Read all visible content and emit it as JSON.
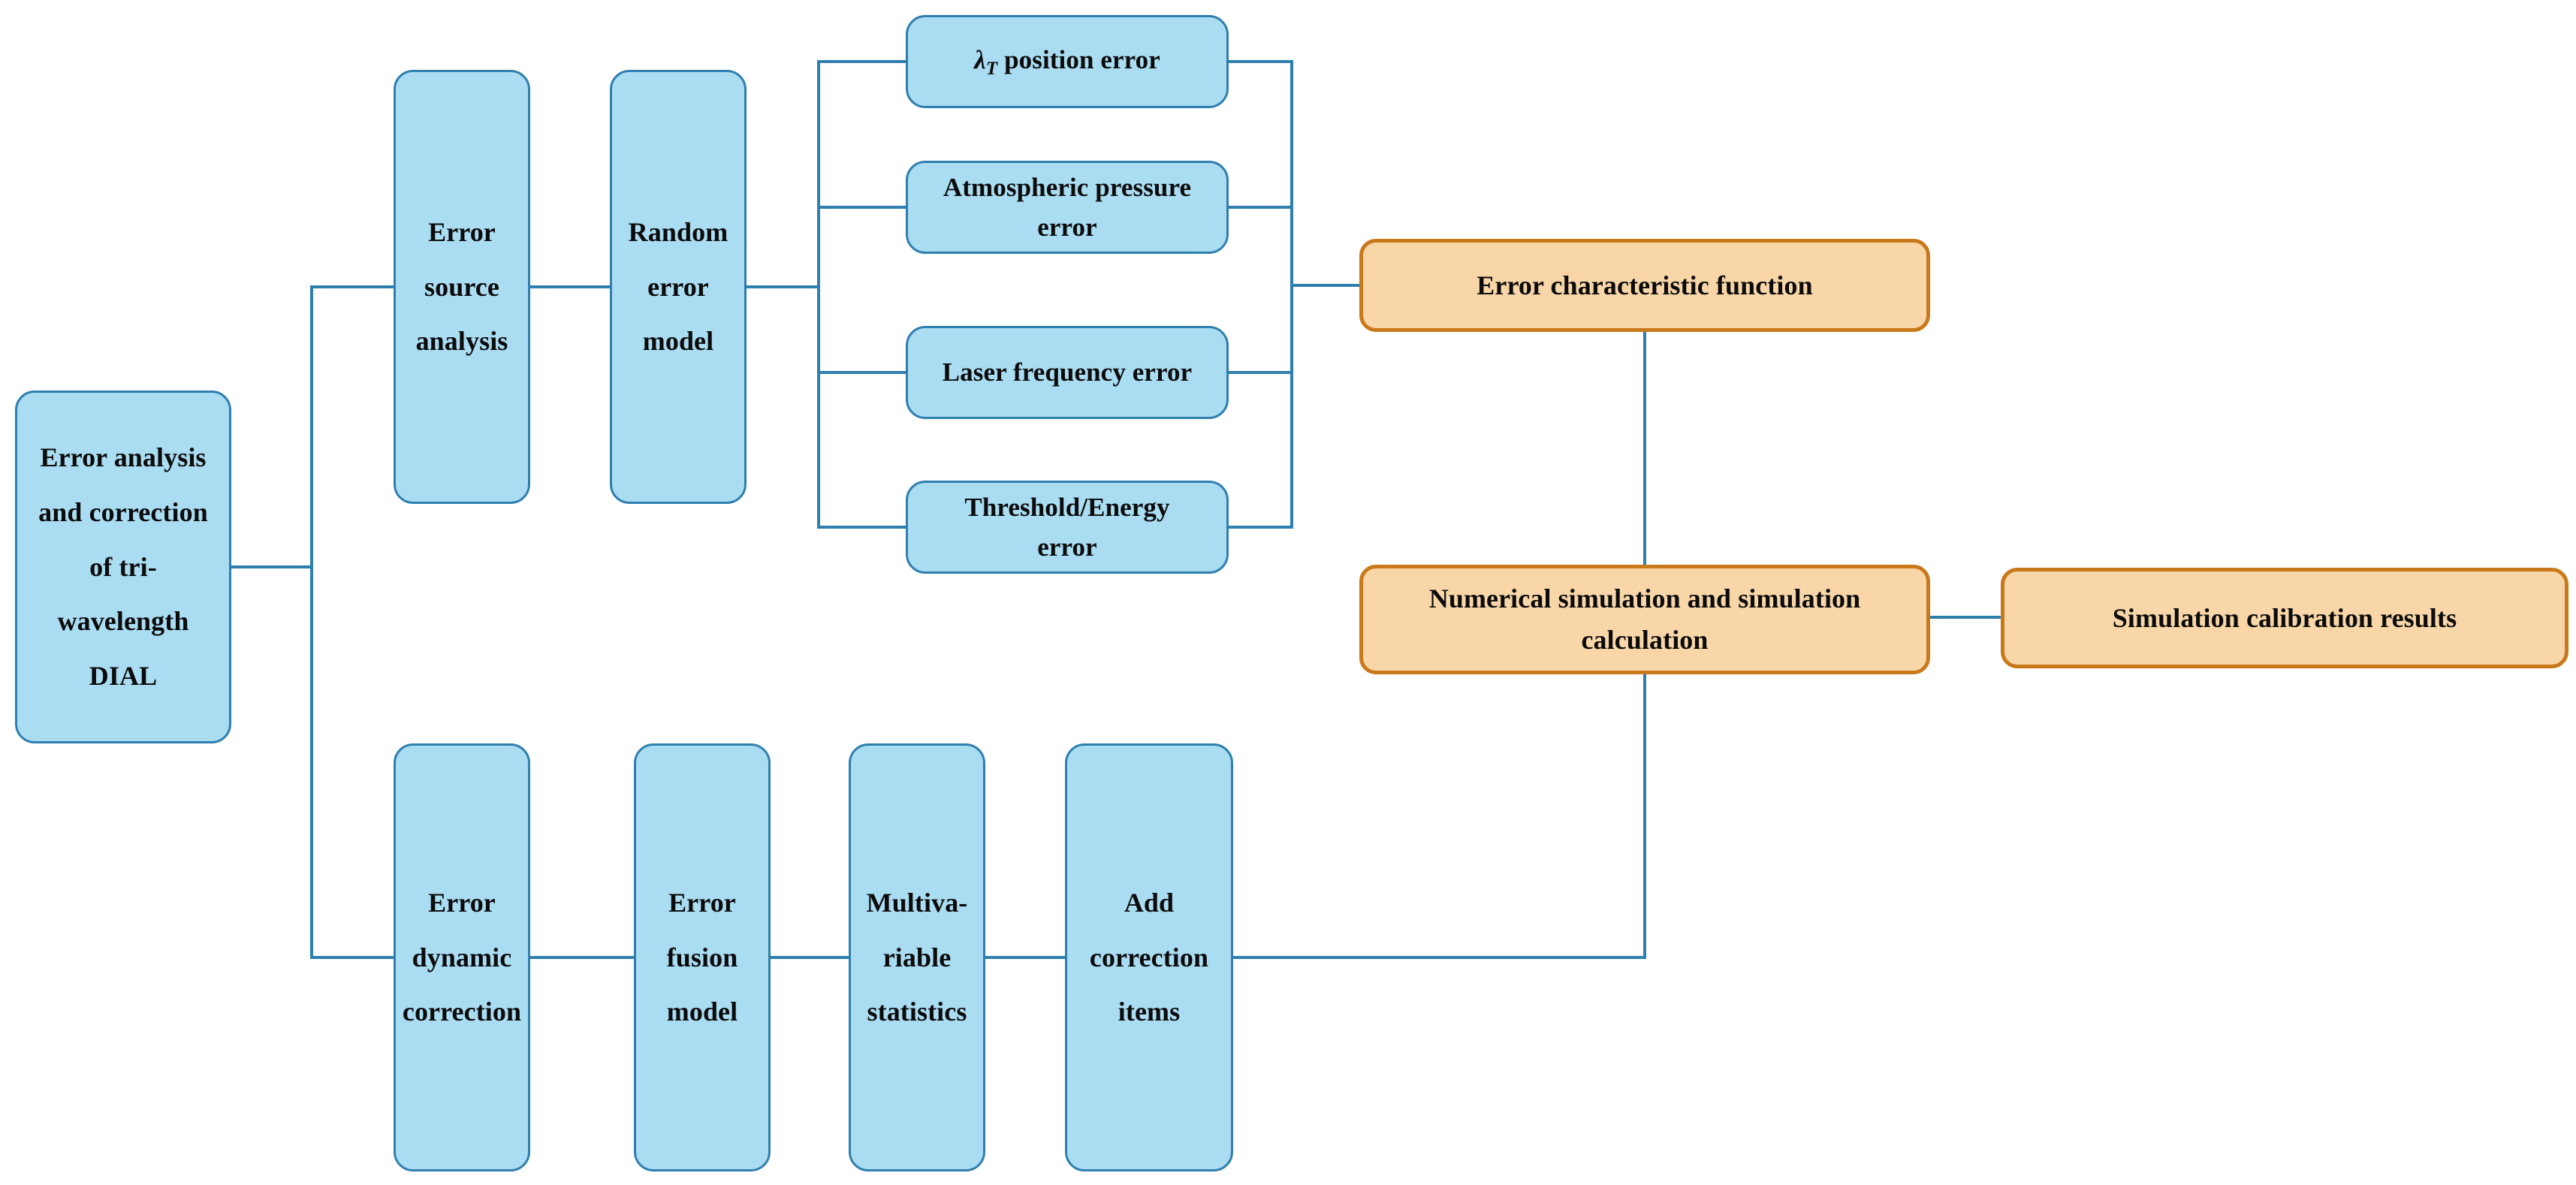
{
  "diagram": {
    "title": "Error analysis and correction of tri-wavelength DIAL flowchart",
    "type": "flowchart",
    "colors": {
      "blue_fill": "#AADCF2",
      "blue_border": "#2F7FAE",
      "orange_fill": "#F8D6A8",
      "orange_border": "#C8791A",
      "connector": "#2F7FAE",
      "background": "#FFFFFF",
      "text": "#0B0B0B"
    },
    "root": {
      "label": "Error analysis\nand correction\nof tri-\nwavelength\nDIAL"
    },
    "branch_upper": {
      "error_source_analysis": {
        "label": "Error\nsource\nanalysis"
      },
      "random_error_model": {
        "label": "Random\nerror\nmodel"
      },
      "error_items": [
        {
          "label_prefix": "λ",
          "label_sub": "T",
          "label_suffix": " position error",
          "label": "λT position error"
        },
        {
          "label": "Atmospheric pressure\nerror"
        },
        {
          "label": "Laser frequency error"
        },
        {
          "label": "Threshold/Energy\nerror"
        }
      ]
    },
    "branch_lower": {
      "error_dynamic_correction": {
        "label": "Error\ndynamic\ncorrection"
      },
      "error_fusion_model": {
        "label": "Error\nfusion\nmodel"
      },
      "multivariable_statistics": {
        "label": "Multiva-\nriable\nstatistics"
      },
      "add_correction_items": {
        "label": "Add\ncorrection\nitems"
      }
    },
    "outputs": {
      "error_characteristic_function": {
        "label": "Error characteristic function"
      },
      "numerical_simulation": {
        "label": "Numerical simulation and simulation\ncalculation"
      },
      "simulation_calibration_results": {
        "label": "Simulation calibration results"
      }
    }
  }
}
